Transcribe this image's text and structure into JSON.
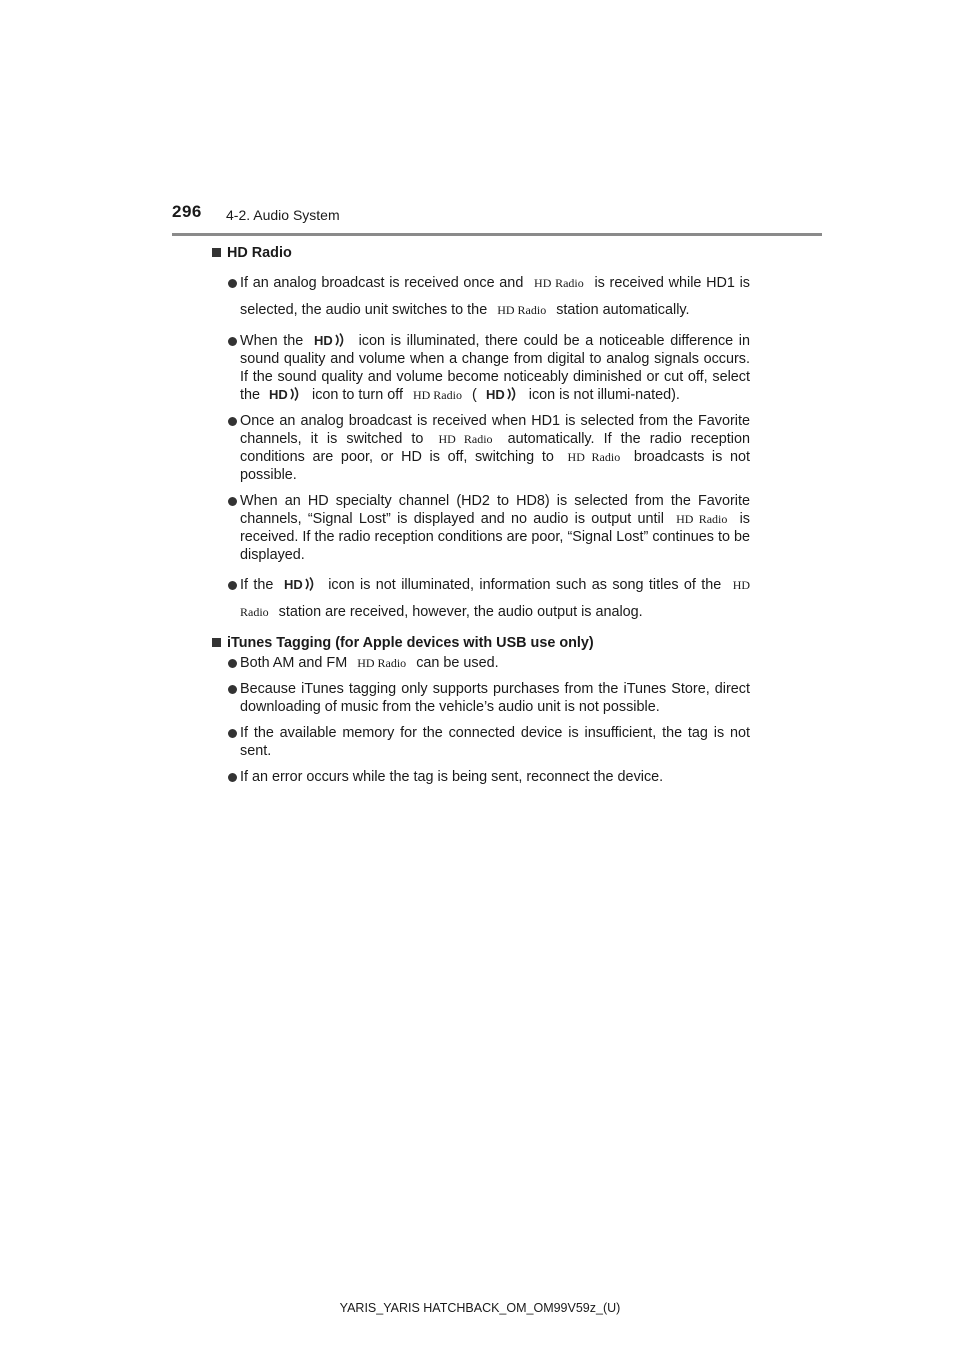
{
  "header": {
    "page_number": "296",
    "section": "4-2. Audio System"
  },
  "hd_radio_label": "HD Radio",
  "icons": {
    "hd": "hd-radio-icon"
  },
  "sections": {
    "hd_radio": {
      "title": "HD Radio",
      "b1": {
        "t1": "If an analog broadcast is received once and",
        "t2": "is received while HD1 is selected, the audio unit switches to the",
        "t3": "station automatically."
      },
      "b2": {
        "t1": "When the",
        "t2": "icon is illuminated, there could be a noticeable difference in sound quality and volume when a change from digital to analog signals occurs. If the sound quality and volume become noticeably diminished or cut off, select the",
        "t3": "icon to turn off",
        "t4": "(",
        "t5": "icon is not illumi-nated)."
      },
      "b3": {
        "t1": "Once an analog broadcast is received when HD1 is selected from the Favorite channels, it is switched to",
        "t2": "automatically. If the radio reception conditions are poor, or HD is off, switching to",
        "t3": "broadcasts is not possible."
      },
      "b4": {
        "t1": "When an HD specialty channel (HD2 to HD8) is selected from the Favorite channels, “Signal Lost” is displayed and no audio is output until",
        "t2": "is received. If the radio reception conditions are poor, “Signal Lost” continues to be displayed."
      },
      "b5": {
        "t1": "If the",
        "t2": "icon is not illuminated, information such as song titles of the",
        "t3": "station are received, however, the audio output is analog."
      }
    },
    "itunes": {
      "title": "iTunes Tagging (for Apple devices with USB use only)",
      "b1": {
        "t1": "Both AM and FM",
        "t2": "can be used."
      },
      "b2": "Because iTunes tagging only supports purchases from the iTunes Store, direct downloading of music from the vehicle’s audio unit is not possible.",
      "b3": "If the available memory for the connected device is insufficient, the tag is not sent.",
      "b4": "If an error occurs while the tag is being sent, reconnect the device."
    }
  },
  "footer": "YARIS_YARIS HATCHBACK_OM_OM99V59z_(U)"
}
